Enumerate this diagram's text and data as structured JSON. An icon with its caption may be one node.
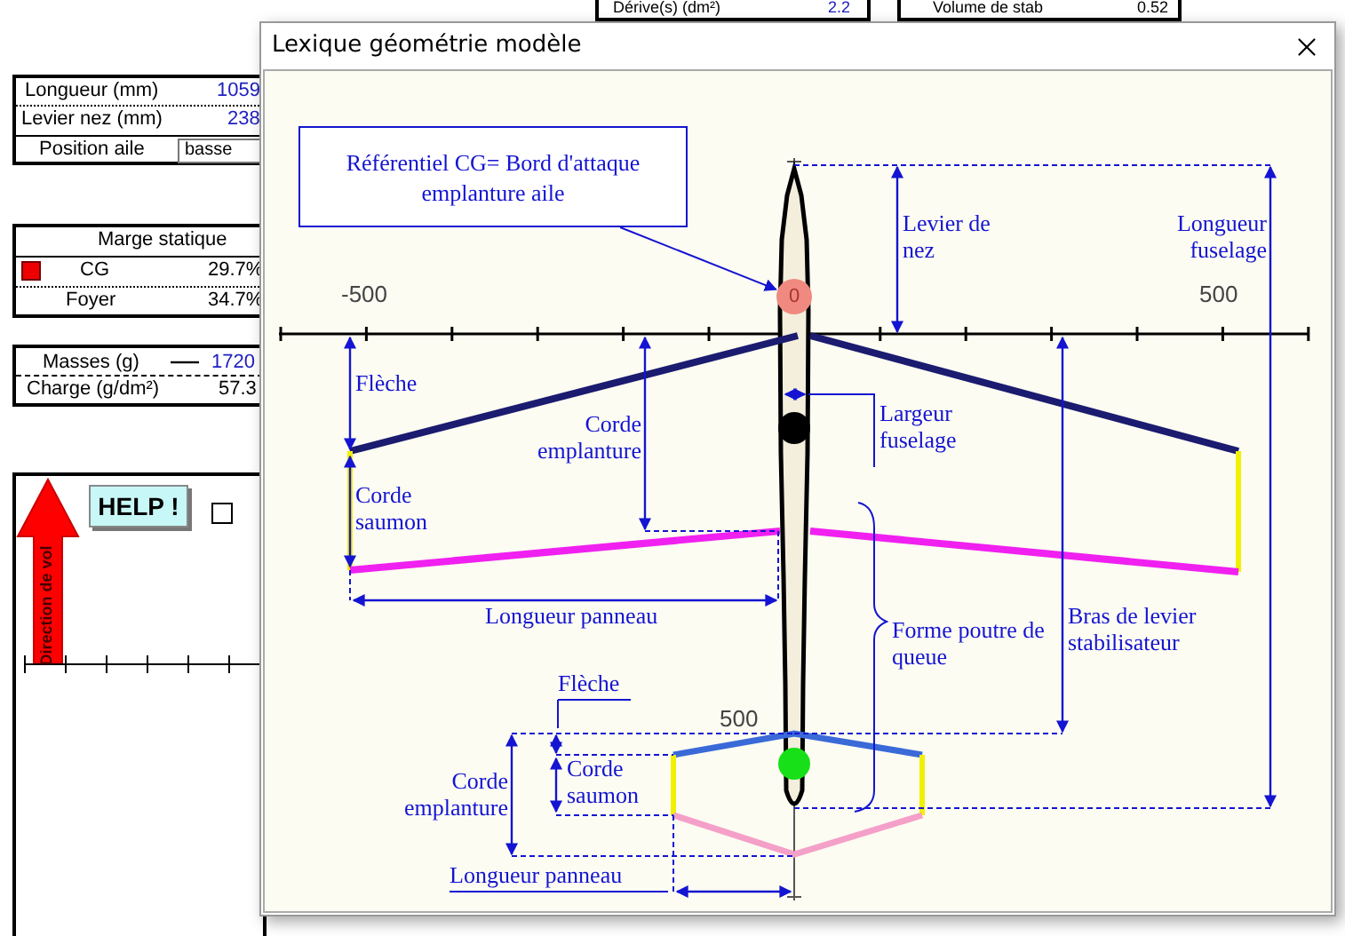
{
  "diagram": {
    "title": "Lexique géométrie modèle",
    "nodes": [
      {
        "text": [
          "Référentiel CG= Bord d'attaque emplanture aile"
        ]
      },
      {
        "text": [
          "0"
        ]
      }
    ],
    "edges": [
      {
        "from": 0,
        "to": 1,
        "arrow": "to"
      }
    ],
    "labels": [
      "Dérive(s) (dm²)",
      "2.2",
      "Volume de stab",
      "0.52",
      "Longueur (mm)",
      "1059",
      "Levier nez (mm)",
      "238",
      "Position aile",
      "basse",
      "Levier de nez",
      "Longueur fuselage",
      "-500",
      "500",
      "Marge statique",
      "CG",
      "29.7%",
      "Foyer",
      "34.7%",
      "Masses (g)",
      "1720",
      "Charge (g/dm²)",
      "57.3",
      "Flèche",
      "Corde emplanture",
      "Largeur fuselage",
      "Corde saumon",
      "HELP !",
      "Direction de vol",
      "Longueur panneau",
      "Forme poutre de queue",
      "Bras de levier stabilisateur",
      "Flèche",
      "500",
      "Corde emplanture",
      "Corde saumon",
      "Longueur panneau"
    ]
  }
}
